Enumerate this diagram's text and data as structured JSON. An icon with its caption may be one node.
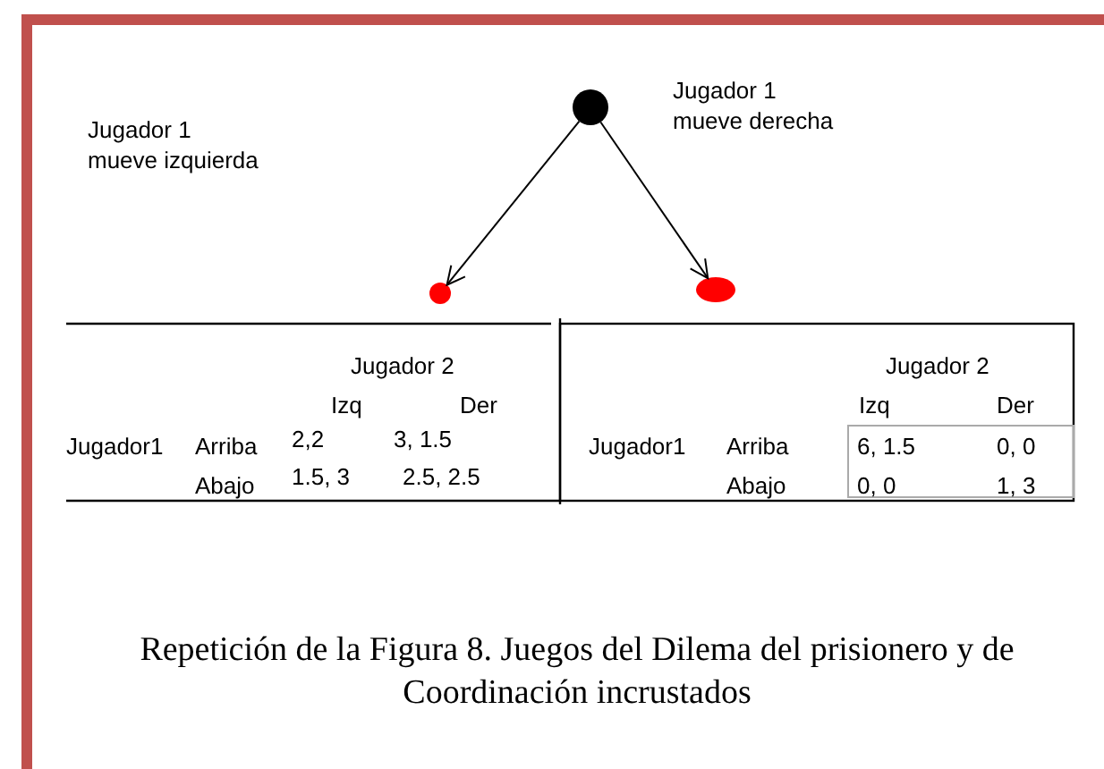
{
  "diagram": {
    "caption": "Repetición de la Figura 8. Juegos del Dilema del prisionero y de Coordinación incrustados",
    "nodes": [
      {
        "text": [],
        "shape": "circle"
      },
      {
        "text": [],
        "shape": "circle"
      },
      {
        "text": [],
        "shape": "circle"
      }
    ],
    "edges": [
      {
        "from": 0,
        "to": 1,
        "arrow": "to"
      },
      {
        "from": 0,
        "to": 2,
        "arrow": "to"
      }
    ],
    "labels": [
      "Jugador 1 mueve izquierda",
      "Jugador 1 mueve derecha",
      "Jugador 2",
      "Izq",
      "Der",
      "Jugador1",
      "Arriba",
      "2,2",
      "3, 1.5",
      "Abajo",
      "1.5, 3",
      "2.5, 2.5",
      "Jugador 2",
      "Izq",
      "Der",
      "Jugador1",
      "Arriba",
      "6, 1.5",
      "0, 0",
      "Abajo",
      "0, 0",
      "1, 3"
    ]
  }
}
